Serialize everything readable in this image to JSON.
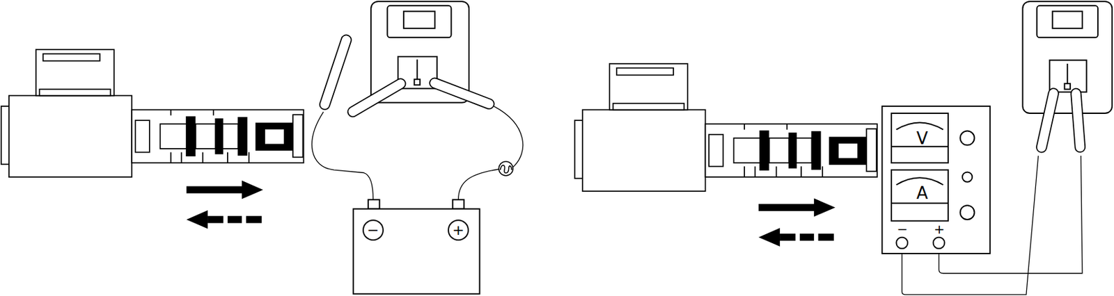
{
  "diagram": {
    "labels": [
      "−",
      "+",
      "V",
      "A",
      "−",
      "+"
    ]
  }
}
